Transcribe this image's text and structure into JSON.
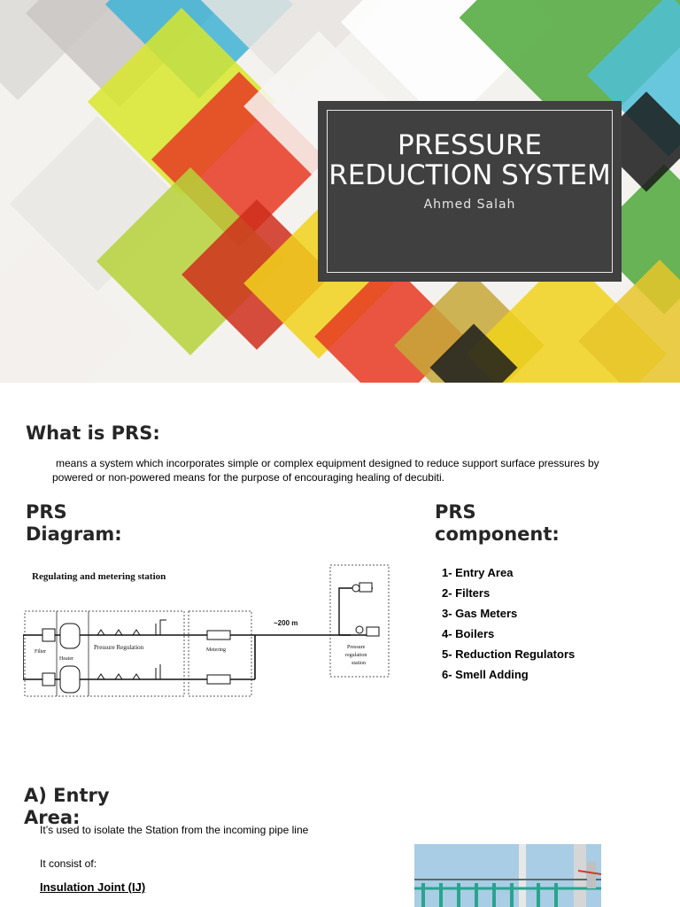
{
  "slide1": {
    "title": "PRESSURE REDUCTION SYSTEM",
    "author": "Ahmed Salah"
  },
  "slide2": {
    "what_heading": "What is PRS:",
    "definition": "means a system which incorporates simple or complex equipment designed to reduce support surface pressures by powered or non-powered means for the purpose of encouraging healing of decubiti.",
    "diagram_heading": "PRS Diagram:",
    "component_heading": "PRS component:",
    "components": [
      "1- Entry Area",
      "2- Filters",
      "3- Gas Meters",
      "4- Boilers",
      "5- Reduction Regulators",
      "6- Smell Adding"
    ],
    "diagram": {
      "title": "Regulating and metering station",
      "distance": "~200 m",
      "labels": [
        "Filter",
        "Heater",
        "Pressure Regulation",
        "Metering",
        "Pressure regulation station"
      ]
    },
    "entry_heading": "A) Entry Area:",
    "entry_desc": "It’s used to isolate the Station from the incoming pipe line",
    "consist": "It consist of:",
    "ij": "Insulation Joint (IJ)"
  },
  "theme": {
    "title_bg": "#404040",
    "accent_green": "#4ea83a",
    "accent_red": "#e63a22",
    "accent_yellow": "#f0d21c",
    "accent_blue": "#3fb3d6"
  }
}
